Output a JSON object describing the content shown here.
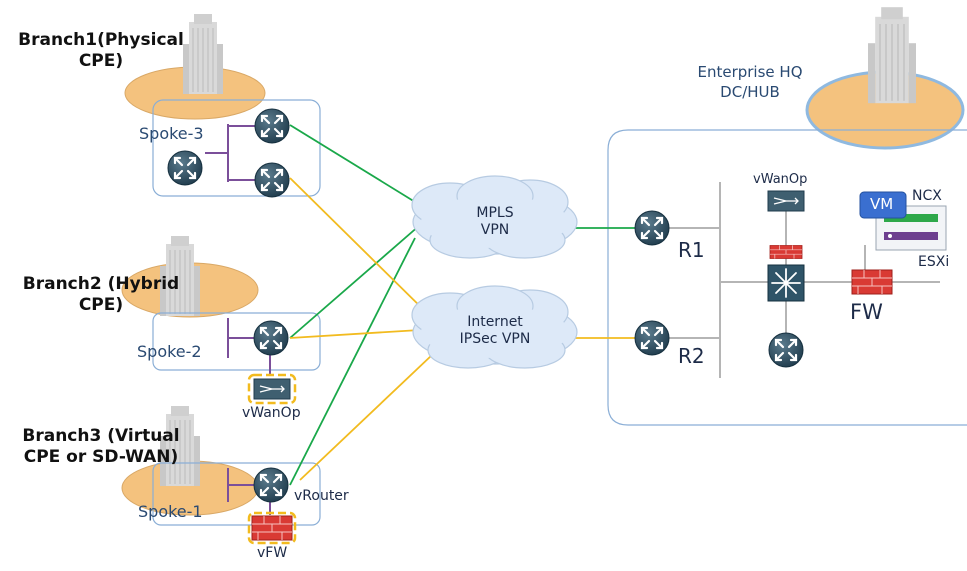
{
  "branches": [
    {
      "line1": "Branch1(Physical",
      "line2": "CPE)"
    },
    {
      "line1": "Branch2 (Hybrid",
      "line2": "CPE)"
    },
    {
      "line1": "Branch3 (Virtual",
      "line2": "CPE or SD-WAN)"
    }
  ],
  "spokes": {
    "spoke3": "Spoke-3",
    "spoke2": "Spoke-2",
    "spoke1": "Spoke-1"
  },
  "hq": {
    "line1": "Enterprise HQ",
    "line2": "DC/HUB"
  },
  "clouds": {
    "mpls": {
      "line1": "MPLS",
      "line2": "VPN"
    },
    "internet": {
      "line1": "Internet",
      "line2": "IPSec VPN"
    }
  },
  "devices": {
    "r1": "R1",
    "r2": "R2",
    "fw": "FW",
    "vwanop_hq": "vWanOp",
    "vm": "VM",
    "ncx": "NCX",
    "esxi": "ESXi",
    "vwanop_branch": "vWanOp",
    "vrouter": "vRouter",
    "vfw": "vFW"
  },
  "colors": {
    "mpls_link": "#1aa84a",
    "internet_link": "#f2bb1f",
    "lan": "#7b4f9a",
    "router": "#2a4a5c",
    "firewall": "#d93a34",
    "oval": "#f4c27e",
    "box_border": "#8aaed6",
    "hq_text": "#2a4a72"
  }
}
